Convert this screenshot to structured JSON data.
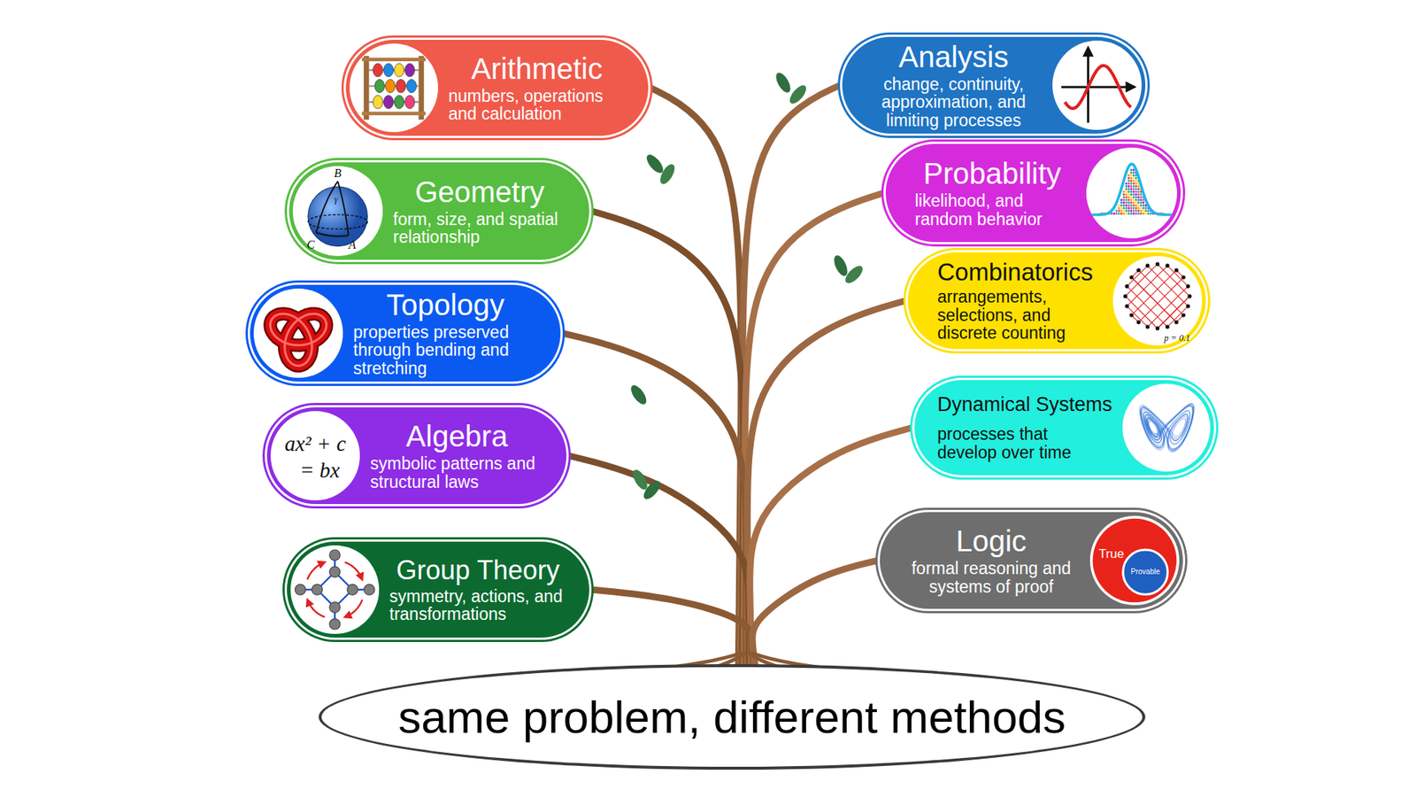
{
  "diagram": {
    "nodes": [
      {
        "text": [
          "Arithmetic",
          "numbers, operations and calculation"
        ]
      },
      {
        "text": [
          "Analysis",
          "change, continuity, approximation, and limiting processes"
        ]
      },
      {
        "text": [
          "Geometry",
          "form, size, and spatial relationship"
        ]
      },
      {
        "text": [
          "Probability",
          "likelihood, and random behavior"
        ]
      },
      {
        "text": [
          "Topology",
          "properties preserved through bending and stretching"
        ]
      },
      {
        "text": [
          "Combinatorics",
          "arrangements, selections, and discrete counting"
        ]
      },
      {
        "text": [
          "Algebra",
          "symbolic patterns and structural laws"
        ]
      },
      {
        "text": [
          "Dynamical Systems",
          "processes that develop over time"
        ]
      },
      {
        "text": [
          "Group Theory",
          "symmetry, actions, and transformations"
        ]
      },
      {
        "text": [
          "Logic",
          "formal reasoning and systems of proof"
        ]
      },
      {
        "text": [
          "same problem, different methods"
        ]
      }
    ],
    "edges": [
      {
        "from": 10,
        "to": 0,
        "arrow": "none"
      },
      {
        "from": 10,
        "to": 1,
        "arrow": "none"
      },
      {
        "from": 10,
        "to": 2,
        "arrow": "none"
      },
      {
        "from": 10,
        "to": 3,
        "arrow": "none"
      },
      {
        "from": 10,
        "to": 4,
        "arrow": "none"
      },
      {
        "from": 10,
        "to": 5,
        "arrow": "none"
      },
      {
        "from": 10,
        "to": 6,
        "arrow": "none"
      },
      {
        "from": 10,
        "to": 7,
        "arrow": "none"
      },
      {
        "from": 10,
        "to": 8,
        "arrow": "none"
      },
      {
        "from": 10,
        "to": 9,
        "arrow": "none"
      }
    ],
    "labels": [
      "B",
      "γ",
      "C",
      "A",
      "ax² + c",
      "= bx",
      "p = 0.1",
      "True",
      "Provable"
    ]
  }
}
